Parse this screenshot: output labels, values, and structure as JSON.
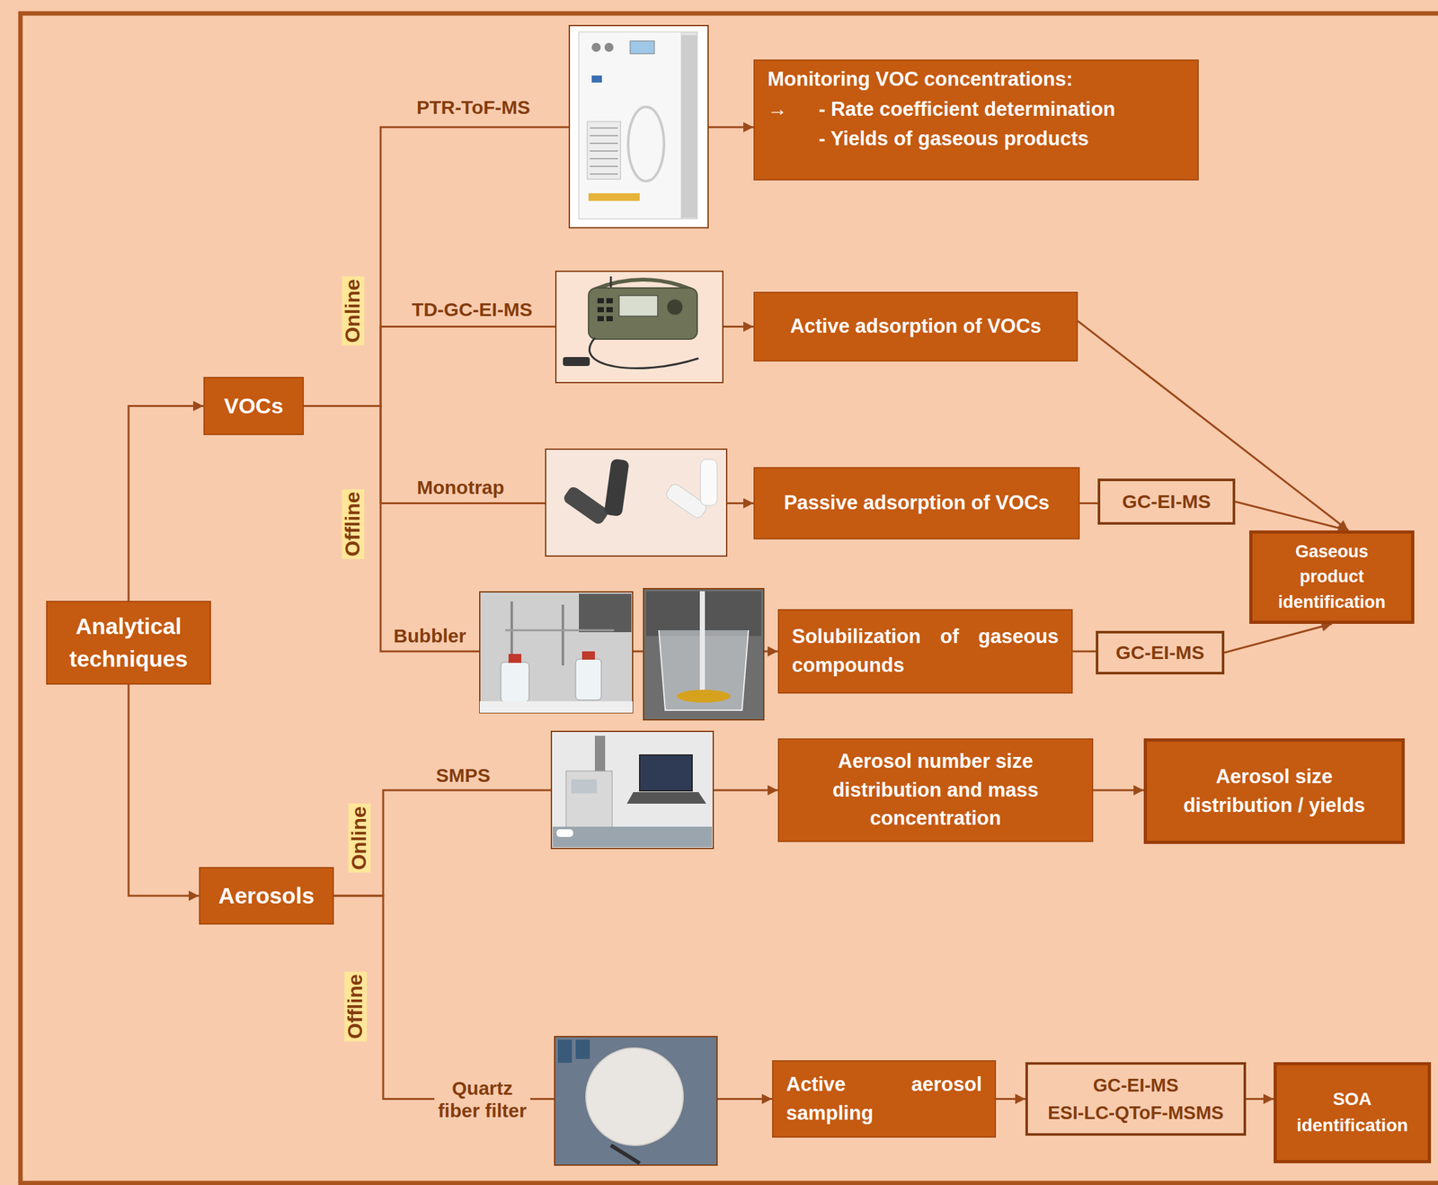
{
  "diagram": {
    "nodes": [
      {
        "text": [
          "Analytical techniques"
        ]
      },
      {
        "text": [
          "VOCs"
        ]
      },
      {
        "text": [
          "Aerosols"
        ]
      },
      {
        "text": [
          "Monitoring VOC concentrations:",
          "→",
          "- Rate coefficient determination",
          "- Yields of gaseous products"
        ]
      },
      {
        "text": [
          "Active adsorption of VOCs"
        ]
      },
      {
        "text": [
          "Passive adsorption of VOCs"
        ]
      },
      {
        "text": [
          "GC-EI-MS"
        ]
      },
      {
        "text": [
          "Gaseous product identification"
        ]
      },
      {
        "text": [
          "Solubilization of gaseous compounds"
        ]
      },
      {
        "text": [
          "GC-EI-MS"
        ]
      },
      {
        "text": [
          "Aerosol number size distribution and mass concentration"
        ]
      },
      {
        "text": [
          "Aerosol size distribution / yields"
        ]
      },
      {
        "text": [
          "Active aerosol sampling"
        ]
      },
      {
        "text": [
          "GC-EI-MS",
          "ESI-LC-QToF-MSMS"
        ]
      },
      {
        "text": [
          "SOA identification"
        ]
      }
    ],
    "edges": [
      {
        "from": 0,
        "to": 1,
        "arrow": "to"
      },
      {
        "from": 0,
        "to": 2,
        "arrow": "to"
      },
      {
        "from": 1,
        "to": 3,
        "label": "PTR-ToF-MS",
        "arrow": "to"
      },
      {
        "from": 1,
        "to": 4,
        "label": "TD-GC-EI-MS",
        "arrow": "to"
      },
      {
        "from": 1,
        "to": 5,
        "label": "Monotrap",
        "arrow": "to"
      },
      {
        "from": 1,
        "to": 8,
        "label": "Bubbler",
        "arrow": "to"
      },
      {
        "from": 4,
        "to": 7,
        "arrow": "to"
      },
      {
        "from": 5,
        "to": 6,
        "arrow": "none"
      },
      {
        "from": 6,
        "to": 7,
        "arrow": "to"
      },
      {
        "from": 8,
        "to": 9,
        "arrow": "none"
      },
      {
        "from": 9,
        "to": 7,
        "arrow": "to"
      },
      {
        "from": 2,
        "to": 10,
        "label": "SMPS",
        "arrow": "to"
      },
      {
        "from": 10,
        "to": 11,
        "arrow": "to"
      },
      {
        "from": 2,
        "to": 12,
        "label": "Quartz fiber filter",
        "arrow": "to"
      },
      {
        "from": 12,
        "to": 13,
        "arrow": "to"
      },
      {
        "from": 13,
        "to": 14,
        "arrow": "to"
      }
    ],
    "labels": [
      "Online",
      "Offline",
      "Online",
      "Offline"
    ]
  }
}
